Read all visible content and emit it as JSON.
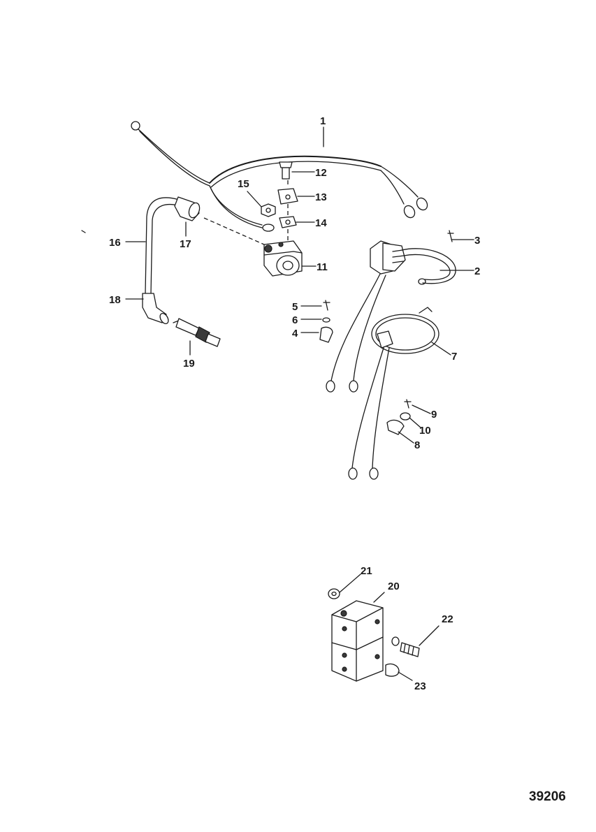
{
  "labels": {
    "l1": "1",
    "l2": "2",
    "l3": "3",
    "l4": "4",
    "l5": "5",
    "l6": "6",
    "l7": "7",
    "l8": "8",
    "l9": "9",
    "l10": "10",
    "l11": "11",
    "l12": "12",
    "l13": "13",
    "l14": "14",
    "l15": "15",
    "l16": "16",
    "l17": "17",
    "l18": "18",
    "l19": "19",
    "l20": "20",
    "l21": "21",
    "l22": "22",
    "l23": "23"
  },
  "figure_number": "39206"
}
